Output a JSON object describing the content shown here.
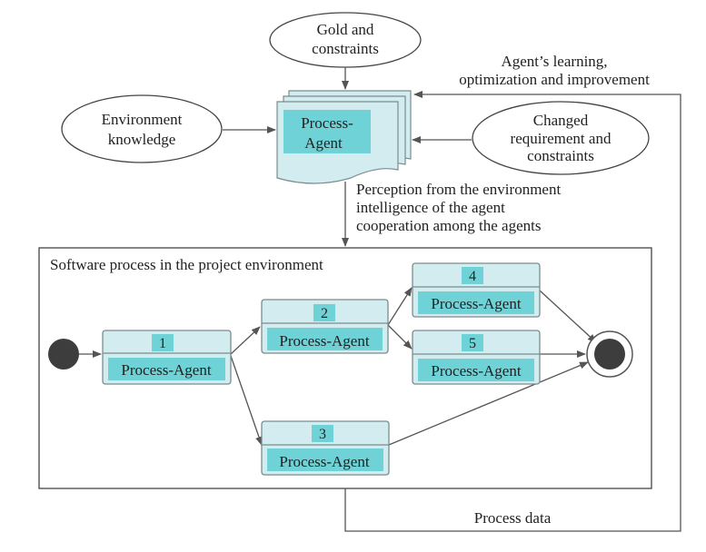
{
  "inputs": {
    "gold": [
      "Gold and",
      "constraints"
    ],
    "environment": [
      "Environment",
      "knowledge"
    ],
    "changed": [
      "Changed",
      "requirement and",
      "constraints"
    ]
  },
  "top_agent_label": [
    "Process-",
    "Agent"
  ],
  "learning_label": [
    "Agent’s learning,",
    "optimization and improvement"
  ],
  "perception_label": [
    "Perception from the environment",
    "intelligence of the agent",
    "cooperation among the agents"
  ],
  "process": {
    "title": "Software process in the project environment",
    "agents": [
      {
        "number": "1",
        "label": "Process-Agent"
      },
      {
        "number": "2",
        "label": "Process-Agent"
      },
      {
        "number": "3",
        "label": "Process-Agent"
      },
      {
        "number": "4",
        "label": "Process-Agent"
      },
      {
        "number": "5",
        "label": "Process-Agent"
      }
    ]
  },
  "process_data_label": "Process data",
  "colors": {
    "box_fill": "#d2ecef",
    "box_inner": "#6ed2d6",
    "box_stroke": "#7a8c8e",
    "node_fill": "#3d3d3d",
    "line": "#555555",
    "frame": "#444444"
  }
}
